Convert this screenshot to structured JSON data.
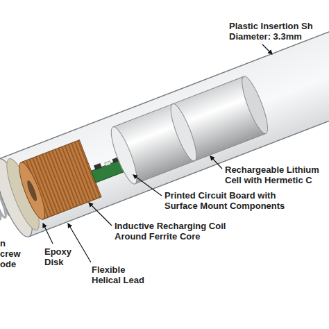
{
  "diagram": {
    "labels": [
      "Plastic Insertion Sh Diameter: 3.3mm",
      "Rechargeable Lithium Cell with Hermetic C",
      "Printed Circuit Board with Surface Mount Components",
      "Inductive Recharging Coil Around Ferrite Core",
      "Epoxy Disk",
      "Flexible Helical Lead",
      "n crew ode"
    ]
  }
}
